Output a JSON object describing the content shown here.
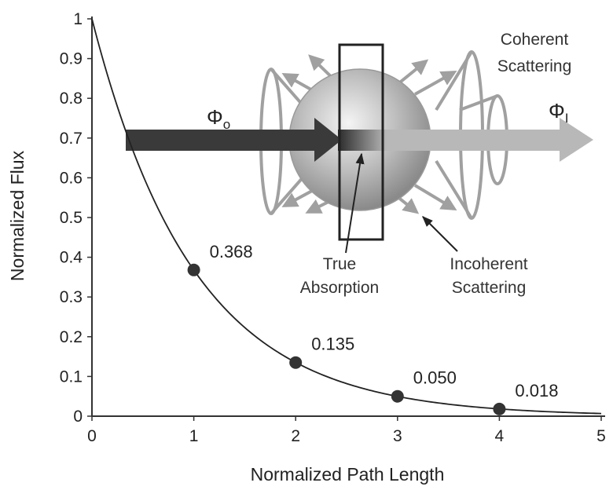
{
  "chart_data": {
    "type": "line",
    "xlabel": "Normalized Path Length",
    "ylabel": "Normalized Flux",
    "xlim": [
      0,
      5
    ],
    "ylim": [
      0,
      1
    ],
    "x_ticks": [
      "0",
      "1",
      "2",
      "3",
      "4",
      "5"
    ],
    "y_ticks": [
      "0",
      "0.1",
      "0.2",
      "0.3",
      "0.4",
      "0.5",
      "0.6",
      "0.7",
      "0.8",
      "0.9",
      "1"
    ],
    "grid": false,
    "curve": {
      "function": "exp(-x)",
      "x_range": [
        0,
        5
      ]
    },
    "points": [
      {
        "x": 1,
        "y": 0.368,
        "label": "0.368"
      },
      {
        "x": 2,
        "y": 0.135,
        "label": "0.135"
      },
      {
        "x": 3,
        "y": 0.05,
        "label": "0.050"
      },
      {
        "x": 4,
        "y": 0.018,
        "label": "0.018"
      }
    ],
    "annotations": {
      "phi_in": "Φ",
      "phi_in_sub": "o",
      "phi_out": "Φ",
      "phi_out_sub": "I",
      "true_absorption_line1": "True",
      "true_absorption_line2": "Absorption",
      "incoherent_line1": "Incoherent",
      "incoherent_line2": "Scattering",
      "coherent_line1": "Coherent",
      "coherent_line2": "Scattering"
    },
    "colors": {
      "curve": "#222222",
      "points": "#333333",
      "incident_beam": "#3a3a3a",
      "transmitted_beam": "#b8b8b8",
      "scatter_arrows": "#a0a0a0",
      "sphere": "#9a9a9a"
    }
  }
}
